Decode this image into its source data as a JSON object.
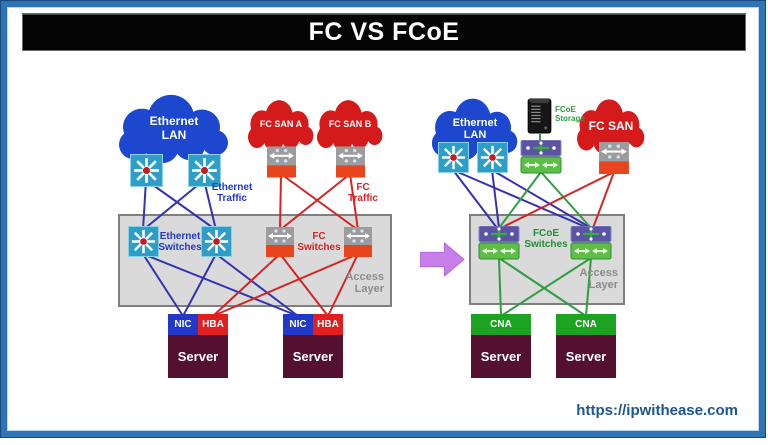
{
  "title": "FC VS FCoE",
  "footer_url": "https://ipwithease.com",
  "colors": {
    "frame_border": "#2E74B5",
    "title_bg": "#000000",
    "title_text": "#FFFFFF",
    "ethernet_link_blue": "#3232B4",
    "fc_link_red": "#D42424",
    "fcoe_link_green": "#2E9E40",
    "cloud_blue": "#1C47CE",
    "cloud_red": "#D41A1A",
    "ethernet_switch_teal": "#2D9EC8",
    "fc_switch_gray": "#9C9C9C",
    "fc_switch_orange": "#E8441D",
    "fcoe_switch_purple": "#5A54A4",
    "fcoe_switch_green": "#5FBE4A",
    "server_maroon": "#531031",
    "nic_blue": "#2238C8",
    "hba_red": "#E31E1E",
    "cna_green": "#1CA321",
    "access_layer_bg": "#DADADA",
    "transition_arrow_purple": "#C87FE8",
    "url_blue": "#1C5590"
  },
  "fc_topology": {
    "ethernet_lan_cloud": "Ethernet\nLAN",
    "fc_san_a_cloud": "FC SAN A",
    "fc_san_b_cloud": "FC SAN B",
    "ethernet_traffic_label": "Ethernet\nTraffic",
    "fc_traffic_label": "FC\nTraffic",
    "ethernet_switches_label": "Ethernet\nSwitches",
    "fc_switches_label": "FC\nSwitches",
    "access_layer_label": "Access\nLayer",
    "servers": [
      {
        "nic": "NIC",
        "hba": "HBA",
        "label": "Server"
      },
      {
        "nic": "NIC",
        "hba": "HBA",
        "label": "Server"
      }
    ]
  },
  "fcoe_topology": {
    "ethernet_lan_cloud": "Ethernet\nLAN",
    "fcoe_storage_label": "FCoE\nStorage",
    "fc_san_cloud": "FC SAN",
    "fcoe_switches_label": "FCoE\nSwitches",
    "access_layer_label": "Access\nLayer",
    "servers": [
      {
        "cna": "CNA",
        "label": "Server"
      },
      {
        "cna": "CNA",
        "label": "Server"
      }
    ]
  },
  "icons": {
    "ethernet_switch": "teal-starburst-switch",
    "fc_switch": "gray-orange-director-switch",
    "fcoe_switch": "purple-green-nexus-switch",
    "fcoe_storage": "black-server-tower",
    "transition_arrow": "right-block-arrow"
  }
}
